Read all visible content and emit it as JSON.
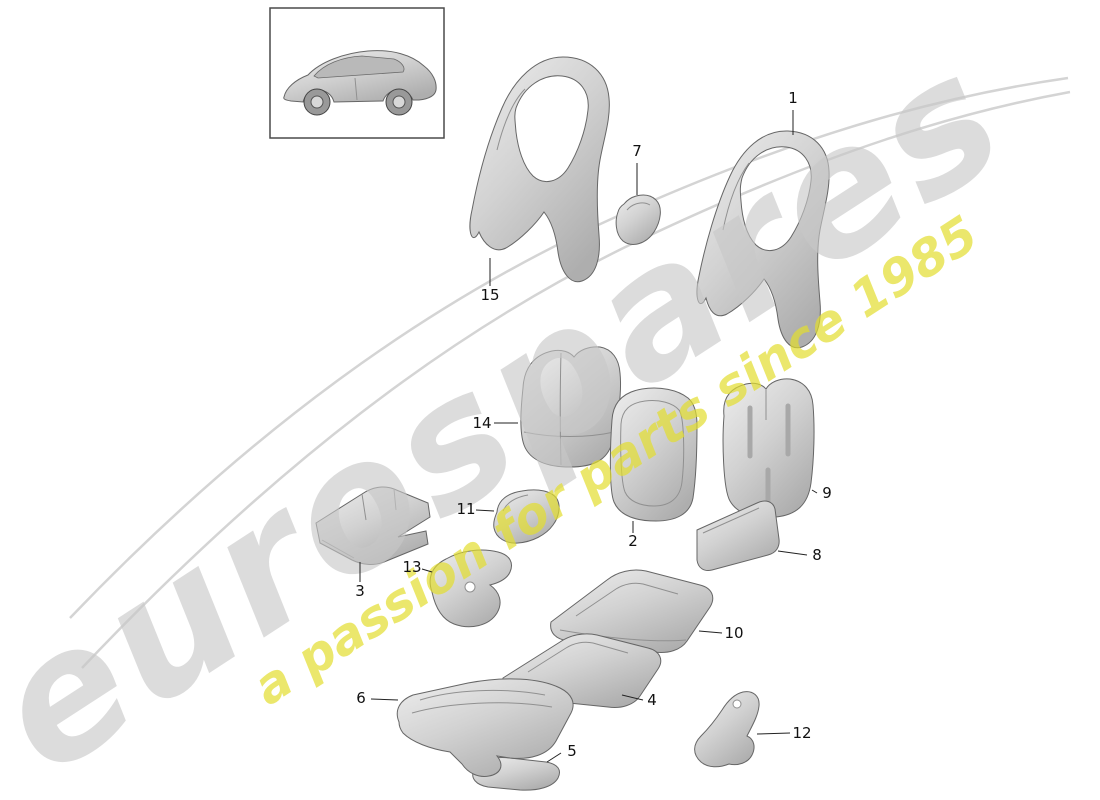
{
  "thumbnail": {
    "icon": "porsche-911-side-view"
  },
  "watermark": {
    "brand": "eurospares",
    "tagline": "a passion for parts since 1985"
  },
  "colors": {
    "brand_watermark": "#c8c8c8",
    "tagline_watermark": "#e3de2f",
    "swoosh": "#d4d4d4",
    "part_stroke": "#666666",
    "callout_text": "#111111",
    "background": "#ffffff"
  },
  "diagram": {
    "callouts": [
      {
        "number": "1"
      },
      {
        "number": "2"
      },
      {
        "number": "3"
      },
      {
        "number": "4"
      },
      {
        "number": "5"
      },
      {
        "number": "6"
      },
      {
        "number": "7"
      },
      {
        "number": "8"
      },
      {
        "number": "9"
      },
      {
        "number": "10"
      },
      {
        "number": "11"
      },
      {
        "number": "12"
      },
      {
        "number": "13"
      },
      {
        "number": "14"
      },
      {
        "number": "15"
      }
    ]
  }
}
